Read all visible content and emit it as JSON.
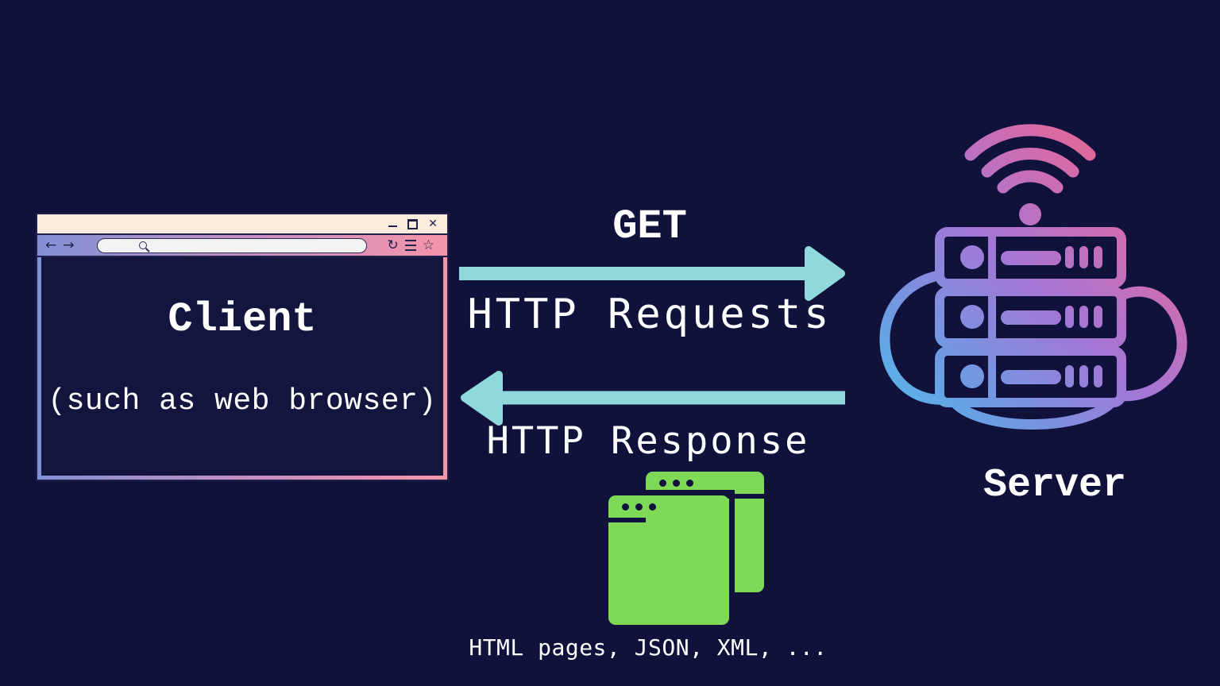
{
  "page": {
    "background": "#11123c"
  },
  "client_window": {
    "title": "Client",
    "subtitle": "(such as web browser)",
    "controls": {
      "close": "✕"
    },
    "nav": {
      "back": "←",
      "forward": "→",
      "refresh": "↻",
      "star": "☆"
    },
    "address_bar_value": ""
  },
  "request_flow": {
    "method": "GET",
    "label": "HTTP Requests",
    "direction": "client-to-server"
  },
  "response_flow": {
    "label": "HTTP Response",
    "direction": "server-to-client",
    "payload": "HTML pages, JSON, XML, ..."
  },
  "server": {
    "label": "Server"
  },
  "colors": {
    "arrow_teal": "#8fd9da",
    "icon_green": "#7ed957",
    "background_navy": "#11123c",
    "titlebar_cream": "#fcecdb",
    "gradient_blue": "#8290d6",
    "gradient_pink": "#f695aa",
    "server_gradient": [
      "#45c8ec",
      "#a476d6",
      "#ef6565"
    ]
  }
}
